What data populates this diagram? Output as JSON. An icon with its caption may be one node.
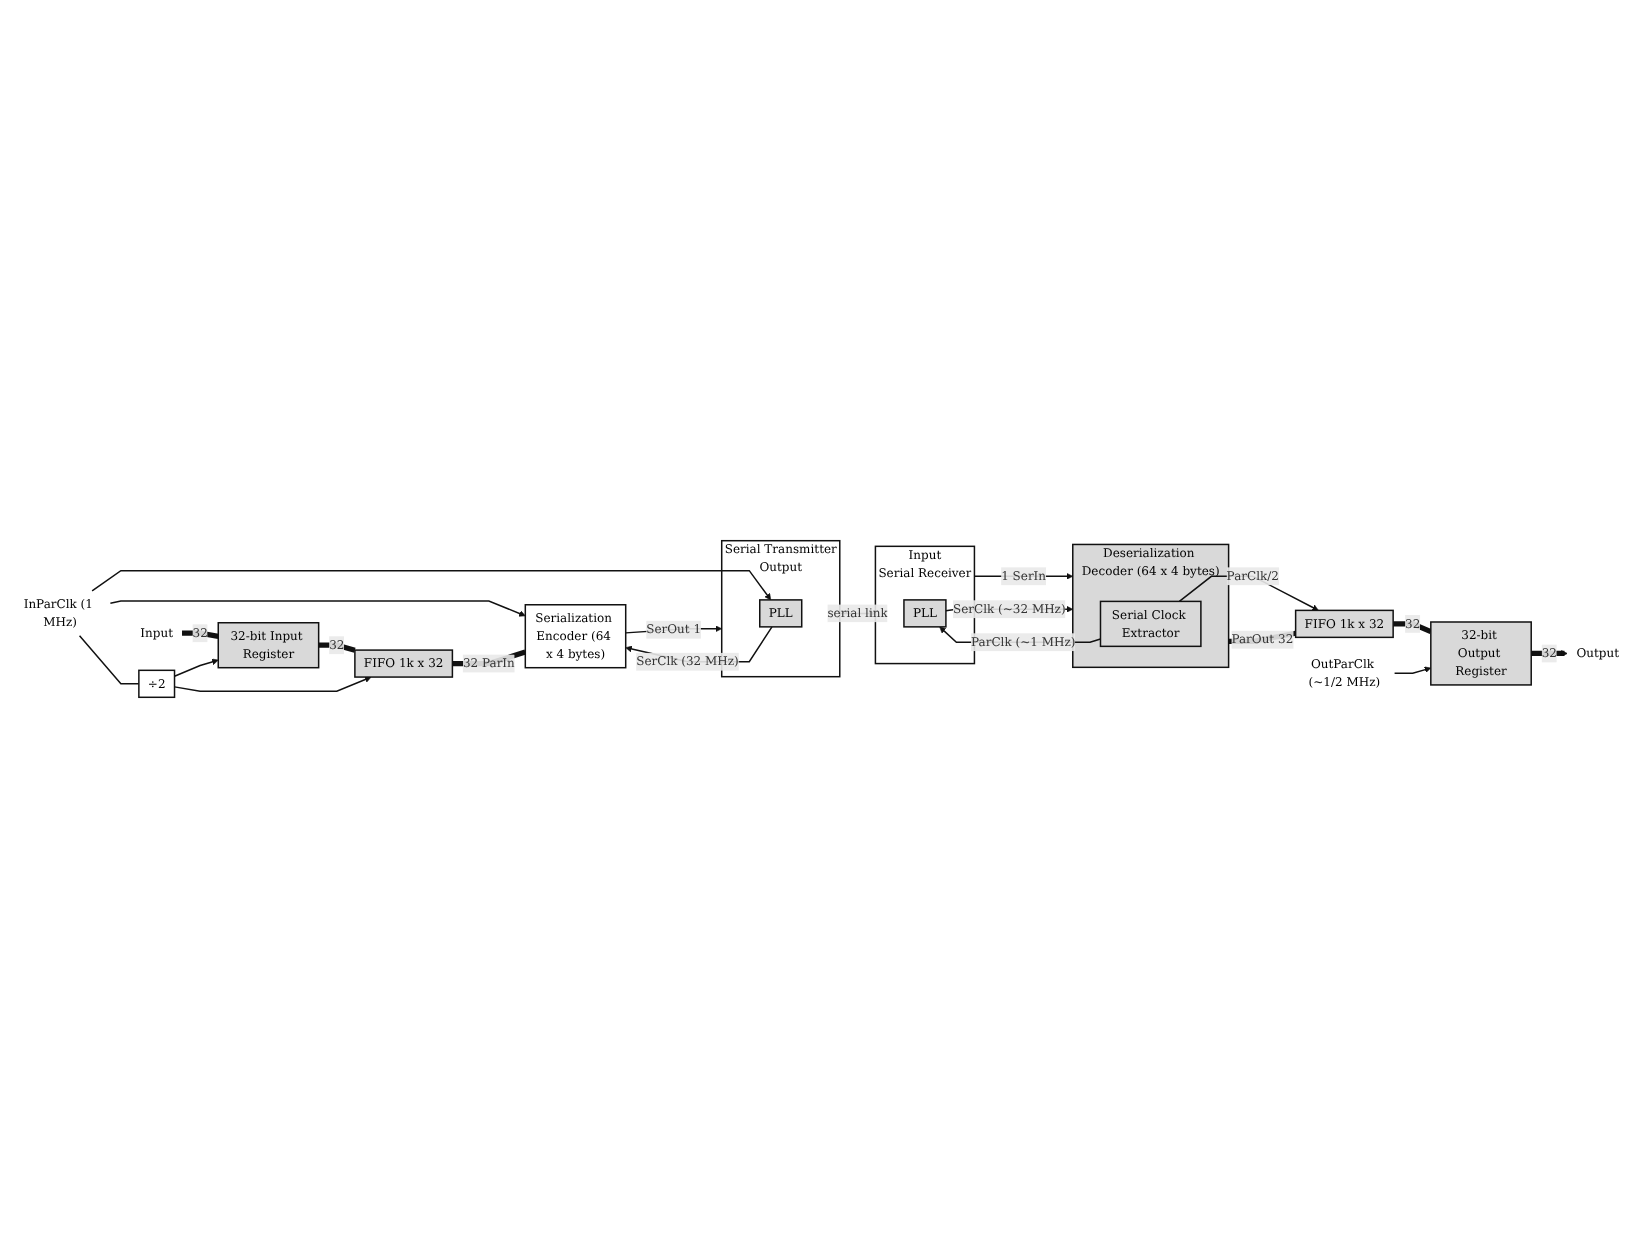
{
  "diagram": {
    "nodes": [
      {
        "text": [
          "Input"
        ]
      },
      {
        "text": [
          "32-bit Input Register"
        ]
      },
      {
        "text": [
          "FIFO 1k x 32"
        ]
      },
      {
        "text": [
          "InParClk (1 MHz)"
        ]
      },
      {
        "text": [
          "÷2"
        ]
      },
      {
        "text": [
          "Serialization Encoder (64 x 4 bytes)"
        ]
      },
      {
        "text": [
          "Serial Transmitter",
          "Output"
        ]
      },
      {
        "text": [
          "PLL"
        ],
        "in": 6
      },
      {
        "text": [
          "Input",
          "Serial Receiver"
        ]
      },
      {
        "text": [
          "PLL"
        ],
        "in": 8
      },
      {
        "text": [
          "Deserialization Decoder (64 x 4 bytes)"
        ]
      },
      {
        "text": [
          "Serial Clock Extractor"
        ],
        "in": 10
      },
      {
        "text": [
          "FIFO 1k x 32"
        ]
      },
      {
        "text": [
          "32-bit Output Register"
        ]
      },
      {
        "text": [
          "OutParClk (~1/2 MHz)"
        ]
      },
      {
        "text": [
          "Output"
        ]
      }
    ],
    "edges": [
      {
        "from": 0,
        "to": 1,
        "arrow": "none",
        "label": "32",
        "style": "thick"
      },
      {
        "from": 1,
        "to": 2,
        "arrow": "none",
        "label": "32",
        "style": "thick"
      },
      {
        "from": 3,
        "to": 4,
        "arrow": "none"
      },
      {
        "from": 4,
        "to": 1,
        "arrow": "to"
      },
      {
        "from": 4,
        "to": 2,
        "arrow": "to"
      },
      {
        "from": 3,
        "to": 5,
        "arrow": "to"
      },
      {
        "from": 3,
        "to": 7,
        "arrow": "to"
      },
      {
        "from": 2,
        "to": 5,
        "arrow": "none",
        "label": "32 ParIn",
        "style": "thick"
      },
      {
        "from": 7,
        "to": 5,
        "arrow": "to",
        "label": "SerClk (32 MHz)"
      },
      {
        "from": 5,
        "to": 6,
        "arrow": "to",
        "label": "SerOut 1"
      },
      {
        "from": 6,
        "to": 8,
        "arrow": "to",
        "label": "serial link"
      },
      {
        "from": 8,
        "to": 10,
        "arrow": "to",
        "label": "1 SerIn"
      },
      {
        "from": 9,
        "to": 10,
        "arrow": "to",
        "label": "SerClk (~32 MHz)"
      },
      {
        "from": 11,
        "to": 9,
        "arrow": "to",
        "label": "ParClk (~1 MHz)"
      },
      {
        "from": 10,
        "to": 12,
        "arrow": "none",
        "label": "ParOut 32",
        "style": "thick"
      },
      {
        "from": 11,
        "to": 12,
        "arrow": "to",
        "label": "ParClk/2"
      },
      {
        "from": 12,
        "to": 13,
        "arrow": "none",
        "label": "32",
        "style": "thick"
      },
      {
        "from": 14,
        "to": 13,
        "arrow": "to"
      },
      {
        "from": 13,
        "to": 15,
        "arrow": "to",
        "label": "32",
        "style": "thick"
      }
    ]
  }
}
